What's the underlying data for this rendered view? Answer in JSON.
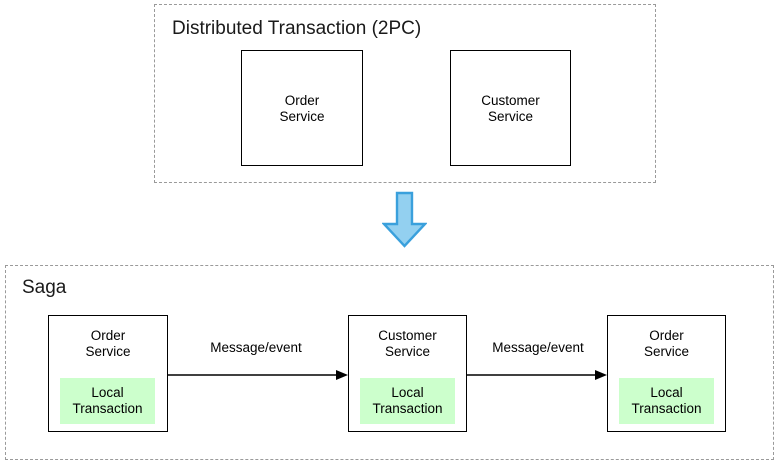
{
  "diagram": {
    "title_top": "Distributed Transaction (2PC)",
    "title_bottom": "Saga",
    "colors": {
      "local_transaction_fill": "#ccffcc",
      "big_arrow_fill": "#93d0f0",
      "big_arrow_stroke": "#3aa0dc",
      "box_stroke": "#000000",
      "container_stroke": "#9a9a9a"
    },
    "top_section": {
      "label": "Distributed Transaction (2PC)",
      "services": [
        {
          "name": "Order\nService"
        },
        {
          "name": "Customer\nService"
        }
      ]
    },
    "transition": {
      "icon": "down-arrow-icon"
    },
    "bottom_section": {
      "label": "Saga",
      "services": [
        {
          "name": "Order\nService",
          "local_transaction": "Local\nTransaction"
        },
        {
          "name": "Customer\nService",
          "local_transaction": "Local\nTransaction"
        },
        {
          "name": "Order\nService",
          "local_transaction": "Local\nTransaction"
        }
      ],
      "edges": [
        {
          "label": "Message/event"
        },
        {
          "label": "Message/event"
        }
      ]
    }
  }
}
